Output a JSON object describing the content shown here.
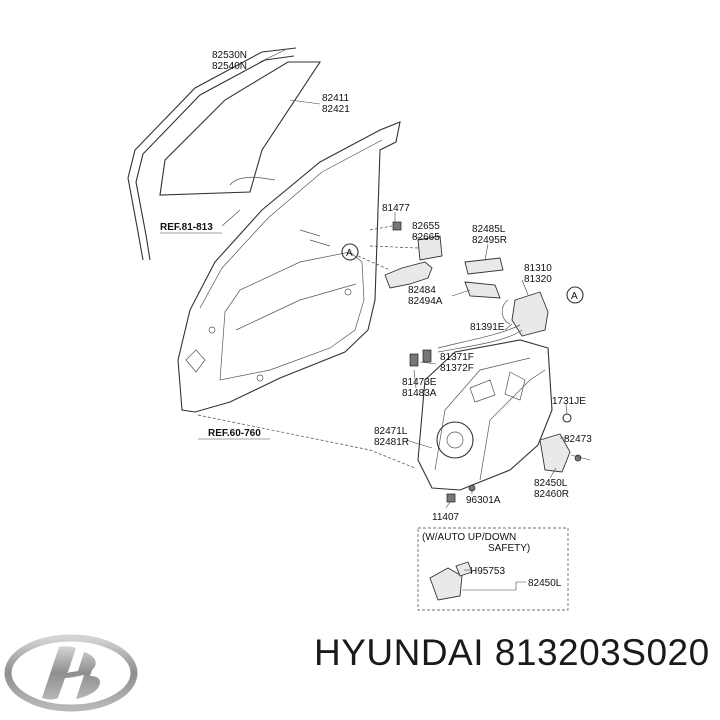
{
  "labels": {
    "l_82530n": "82530N",
    "l_82540n": "82540N",
    "l_82411": "82411",
    "l_82421": "82421",
    "ref_81_813": "REF.81-813",
    "l_81477": "81477",
    "l_82655": "82655",
    "l_82665": "82665",
    "l_82485l": "82485L",
    "l_82495r": "82495R",
    "callout_a1": "A",
    "l_81310": "81310",
    "l_81320": "81320",
    "l_82484": "82484",
    "l_82494a": "82494A",
    "callout_a2": "A",
    "l_81391e": "81391E",
    "l_81371f": "81371F",
    "l_81372f": "81372F",
    "l_81473e": "81473E",
    "l_81483a": "81483A",
    "l_1731je": "1731JE",
    "ref_60_760": "REF.60-760",
    "l_82471l": "82471L",
    "l_82481r": "82481R",
    "l_82473": "82473",
    "l_82450l": "82450L",
    "l_82460r": "82460R",
    "l_96301a": "96301A",
    "l_11407": "11407",
    "inset_line1": "(W/AUTO UP/DOWN",
    "inset_line2": "SAFETY)",
    "l_h95753": "H95753",
    "l_82450l_b": "82450L"
  },
  "footer": {
    "text": "HYUNDAI 813203S020"
  },
  "colors": {
    "line": "#333333",
    "text": "#111111",
    "logo": "#9a9a9a"
  }
}
